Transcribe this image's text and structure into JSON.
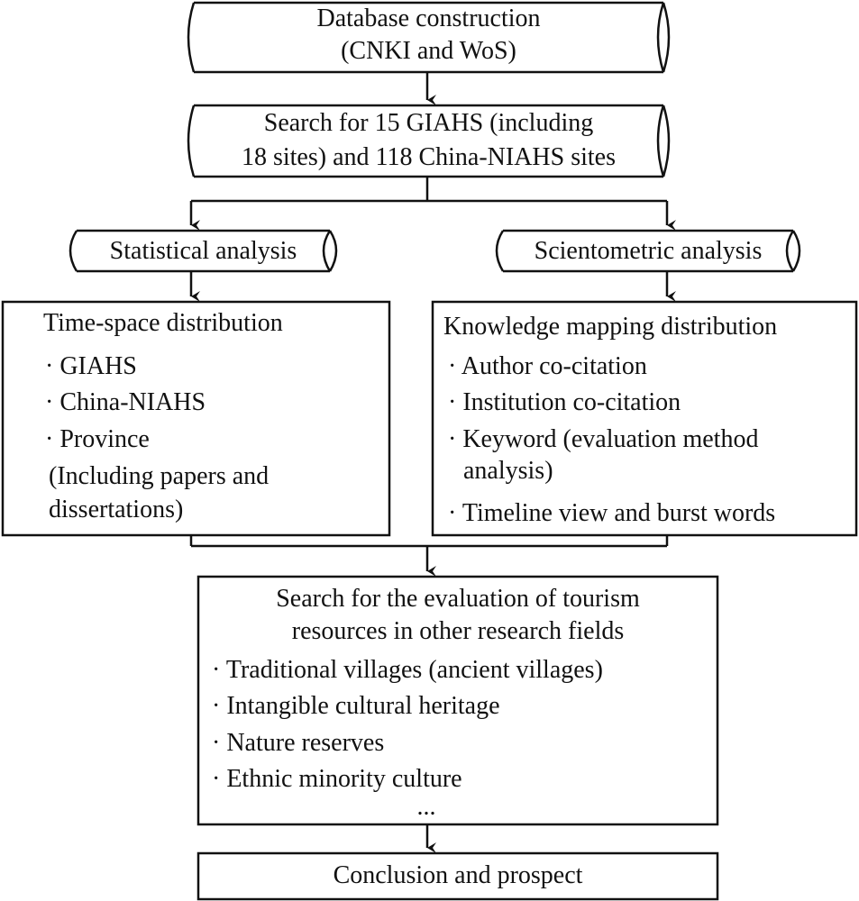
{
  "db": {
    "line1": "Database construction",
    "line2": "(CNKI and WoS)"
  },
  "search": {
    "line1": "Search for 15 GIAHS (including",
    "line2": "18 sites) and 118 China-NIAHS sites"
  },
  "stat": {
    "label": "Statistical analysis"
  },
  "sci": {
    "label": "Scientometric analysis"
  },
  "timespace": {
    "title": "Time-space distribution",
    "items": [
      "· GIAHS",
      "· China-NIAHS",
      "· Province"
    ],
    "note1": "(Including  papers and",
    "note2": "dissertations)"
  },
  "knowledge": {
    "title": "Knowledge mapping distribution",
    "items": [
      "· Author co-citation",
      "· Institution co-citation",
      "· Keyword (evaluation method",
      "analysis)",
      "· Timeline view and burst words"
    ]
  },
  "eval": {
    "title1": "Search for the evaluation of tourism",
    "title2": "resources in other research fields",
    "items": [
      "· Traditional villages (ancient villages)",
      "· Intangible cultural heritage",
      "· Nature reserves",
      "· Ethnic minority culture"
    ],
    "ellipsis": "..."
  },
  "conclusion": {
    "label": "Conclusion and prospect"
  }
}
